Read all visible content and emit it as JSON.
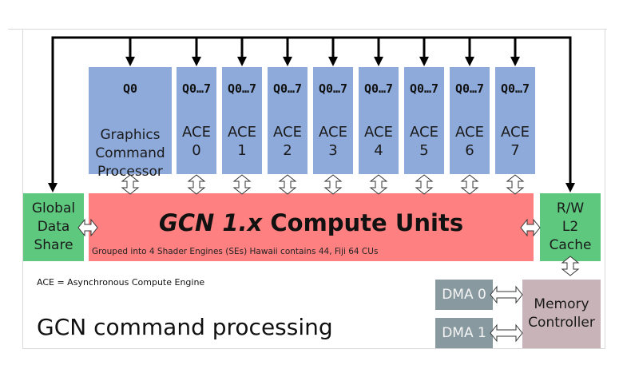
{
  "graphics_processor": {
    "queue": "Q0",
    "label_lines": [
      "Graphics",
      "Command",
      "Processor"
    ]
  },
  "aces": [
    {
      "queue": "Q0…7",
      "label": "ACE",
      "number": "0"
    },
    {
      "queue": "Q0…7",
      "label": "ACE",
      "number": "1"
    },
    {
      "queue": "Q0…7",
      "label": "ACE",
      "number": "2"
    },
    {
      "queue": "Q0…7",
      "label": "ACE",
      "number": "3"
    },
    {
      "queue": "Q0…7",
      "label": "ACE",
      "number": "4"
    },
    {
      "queue": "Q0…7",
      "label": "ACE",
      "number": "5"
    },
    {
      "queue": "Q0…7",
      "label": "ACE",
      "number": "6"
    },
    {
      "queue": "Q0…7",
      "label": "ACE",
      "number": "7"
    }
  ],
  "global_data_share": {
    "label_lines": [
      "Global",
      "Data",
      "Share"
    ]
  },
  "compute_units": {
    "title_italic": "GCN 1.x",
    "title_rest": " Compute Units",
    "subtitle": "Grouped into 4 Shader Engines (SEs) Hawaii contains 44, Fiji 64 CUs"
  },
  "l2_cache": {
    "label_lines": [
      "R/W",
      "L2",
      "Cache"
    ]
  },
  "dma": [
    {
      "label": "DMA 0"
    },
    {
      "label": "DMA 1"
    }
  ],
  "memory_controller": {
    "label_lines": [
      "Memory",
      "Controller"
    ]
  },
  "note": "ACE = Asynchronous Compute Engine",
  "caption": "GCN command processing",
  "colors": {
    "blue": "#8eaadb",
    "green": "#5ec97e",
    "red": "#ff8080",
    "gray": "#889aa0",
    "mauve": "#c8b4b8"
  }
}
